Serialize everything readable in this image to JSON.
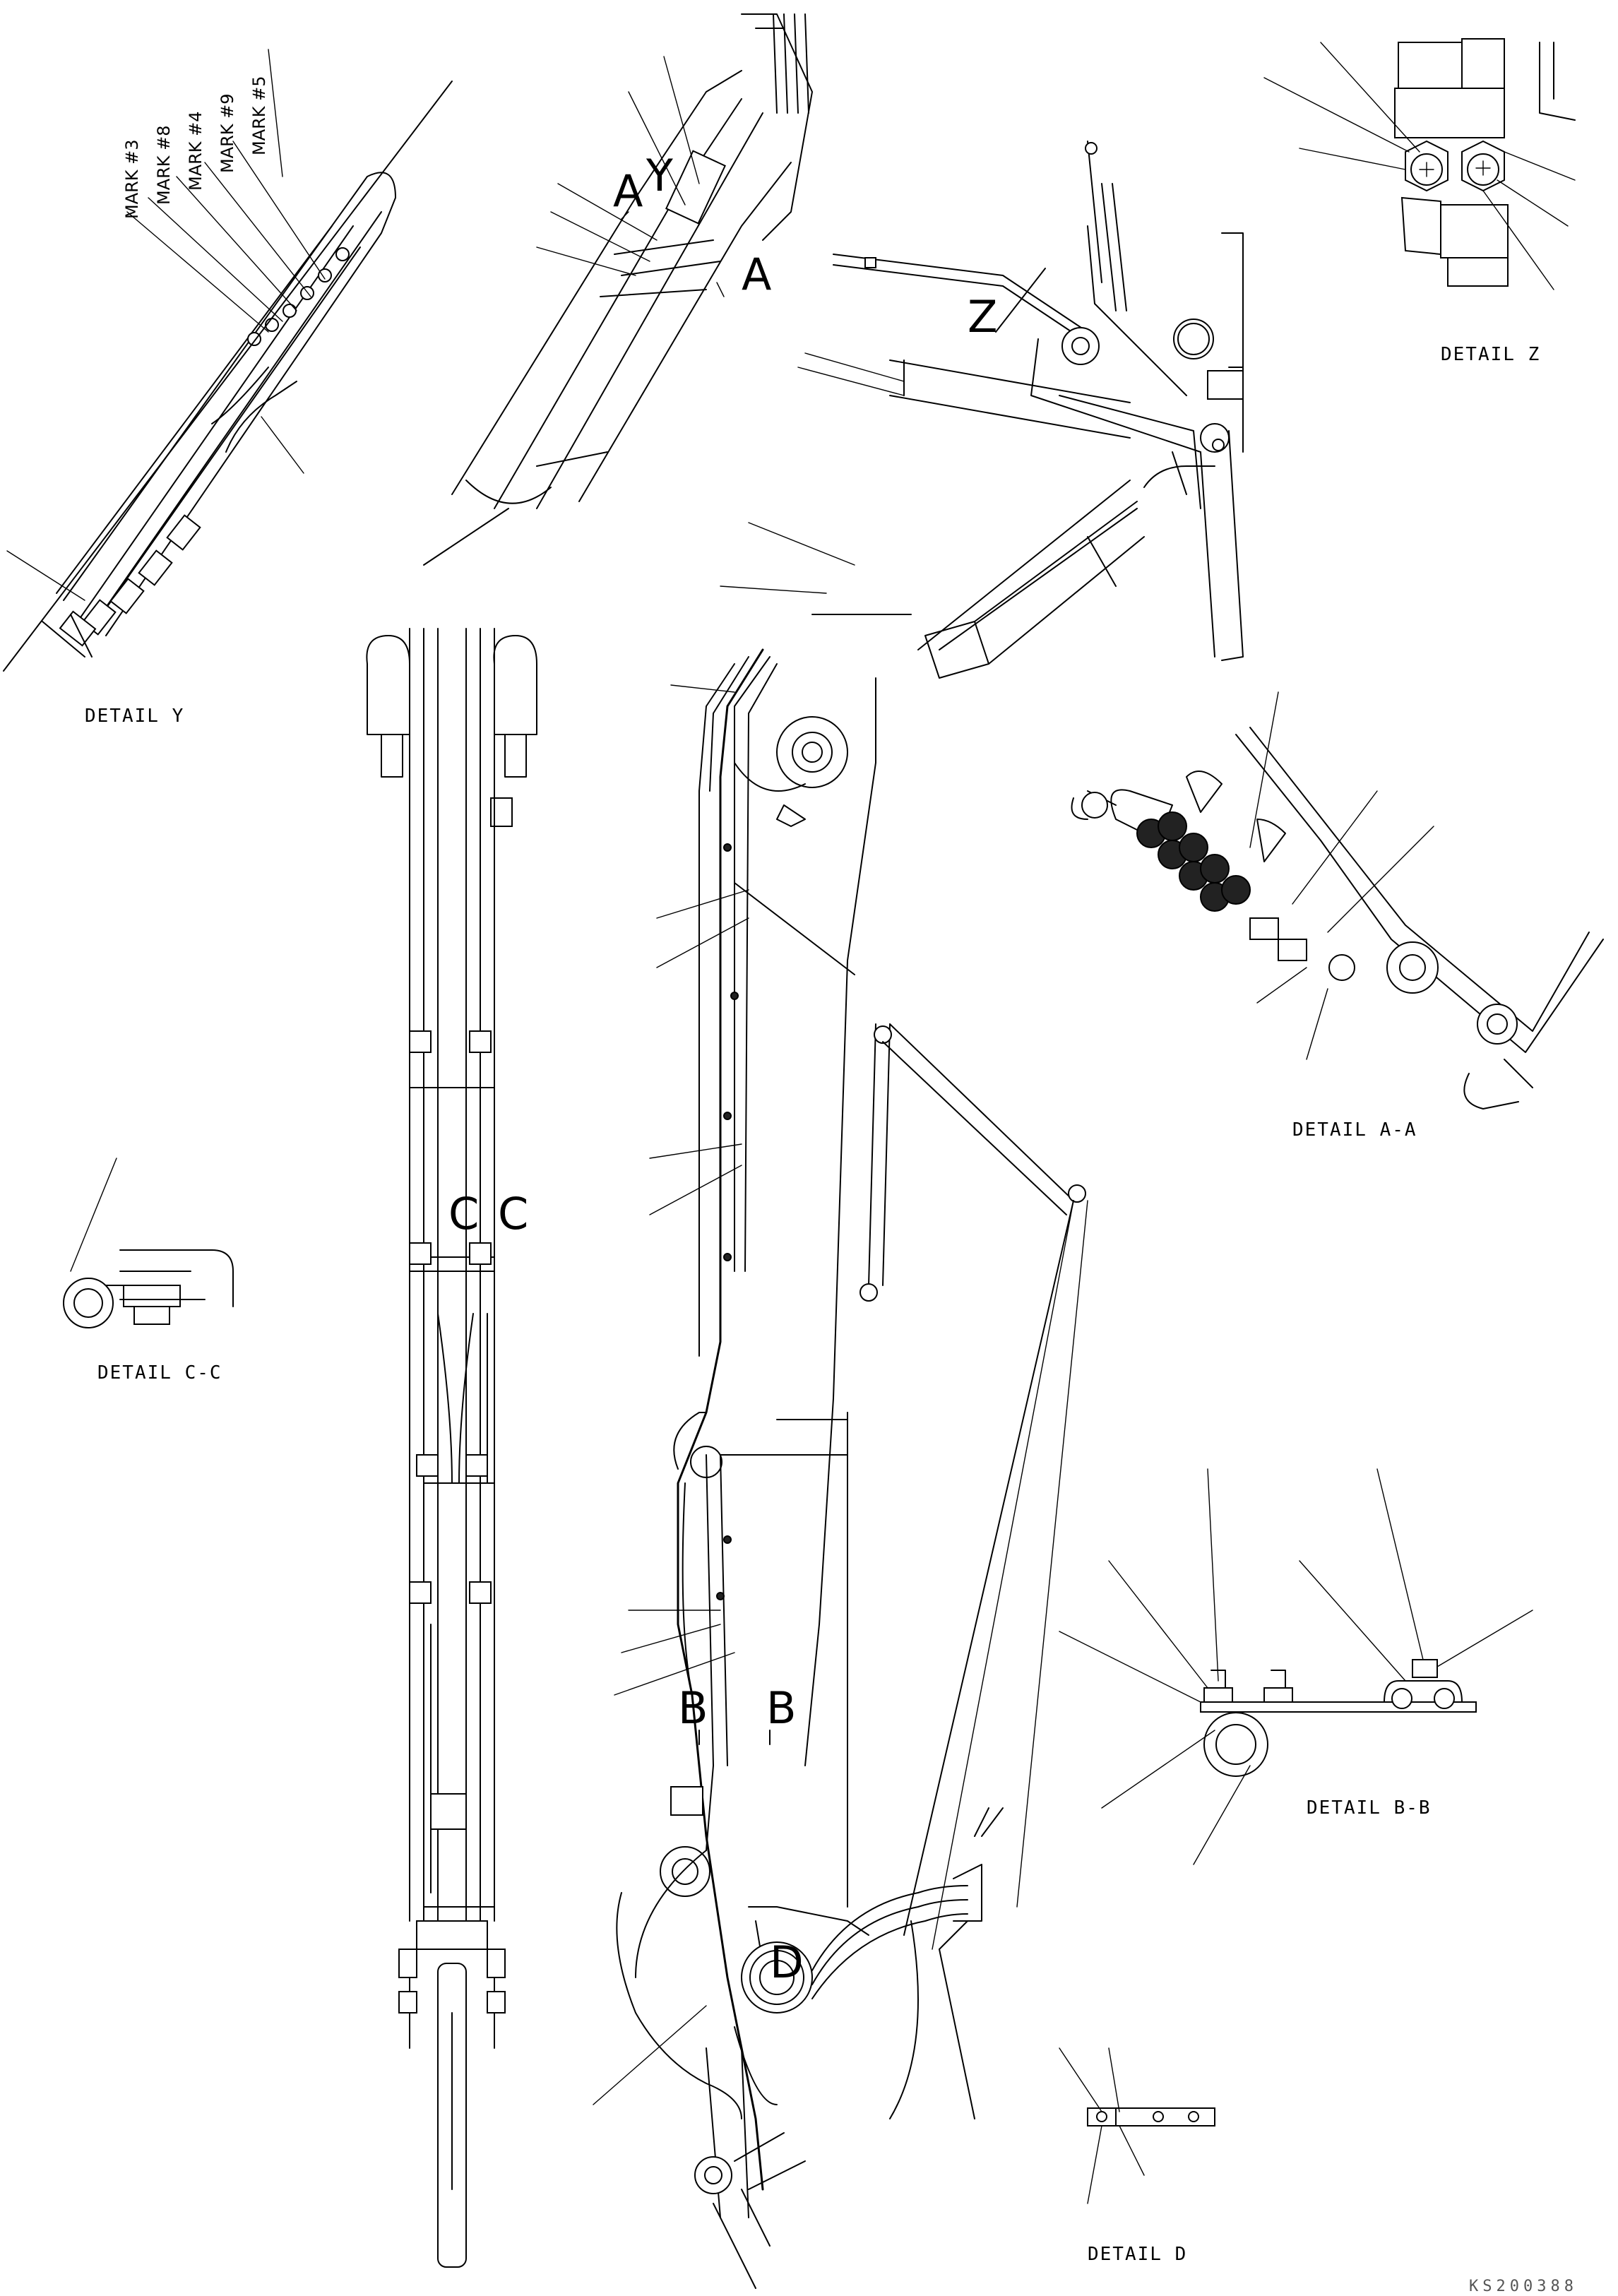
{
  "labels": {
    "detail_y": "DETAIL Y",
    "detail_z": "DETAIL Z",
    "detail_aa": "DETAIL A-A",
    "detail_cc": "DETAIL C-C",
    "detail_bb": "DETAIL B-B",
    "detail_d": "DETAIL D",
    "mark_3": "MARK #3",
    "mark_8": "MARK #8",
    "mark_4": "MARK #4",
    "mark_9": "MARK #9",
    "mark_5": "MARK #5",
    "callout_a": "A",
    "callout_y": "Y",
    "callout_z": "Z",
    "callout_c": "C",
    "callout_b": "B",
    "callout_d": "D",
    "drawing_code": "KS200388"
  }
}
